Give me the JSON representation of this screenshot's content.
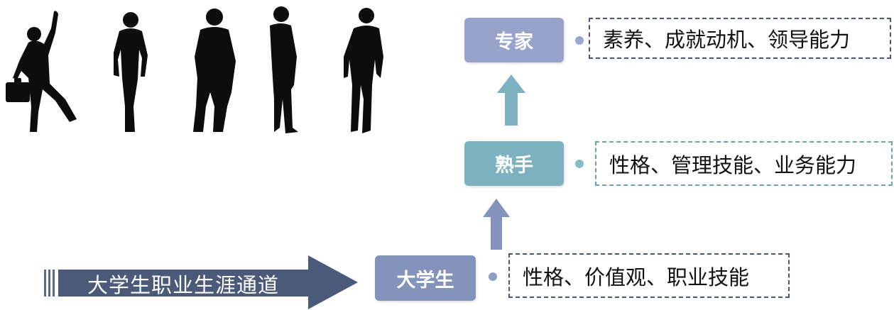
{
  "banner": {
    "label": "大学生职业生涯通道"
  },
  "stages": [
    {
      "title": "大学生",
      "traits": "性格、价值观、职业技能"
    },
    {
      "title": "熟手",
      "traits": "性格、管理技能、业务能力"
    },
    {
      "title": "专家",
      "traits": "素养、成就动机、领导能力"
    }
  ],
  "colors": {
    "student_box": "#8393bc",
    "skilled_box": "#7db1bf",
    "expert_box": "#97a3cb",
    "banner": "#4b5a79",
    "silhouette": "#111111"
  },
  "icons": [
    "business-people-silhouettes",
    "arrow-up-icon",
    "arrow-right-icon"
  ]
}
